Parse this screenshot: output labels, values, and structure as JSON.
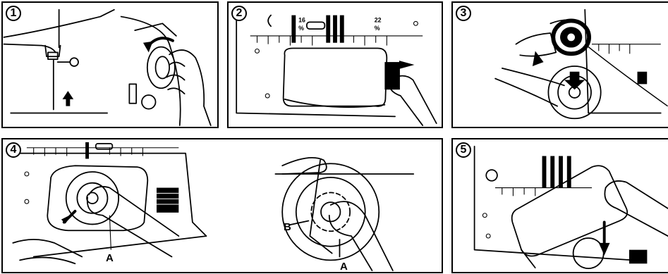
{
  "steps": [
    {
      "number": "1"
    },
    {
      "number": "2"
    },
    {
      "number": "3"
    },
    {
      "number": "4",
      "labels": [
        "A",
        "A",
        "B"
      ]
    },
    {
      "number": "5"
    }
  ],
  "plate_markings": {
    "mark_a_top": "16",
    "mark_a_bottom": "%",
    "mark_b_top": "22",
    "mark_b_bottom": "%"
  }
}
